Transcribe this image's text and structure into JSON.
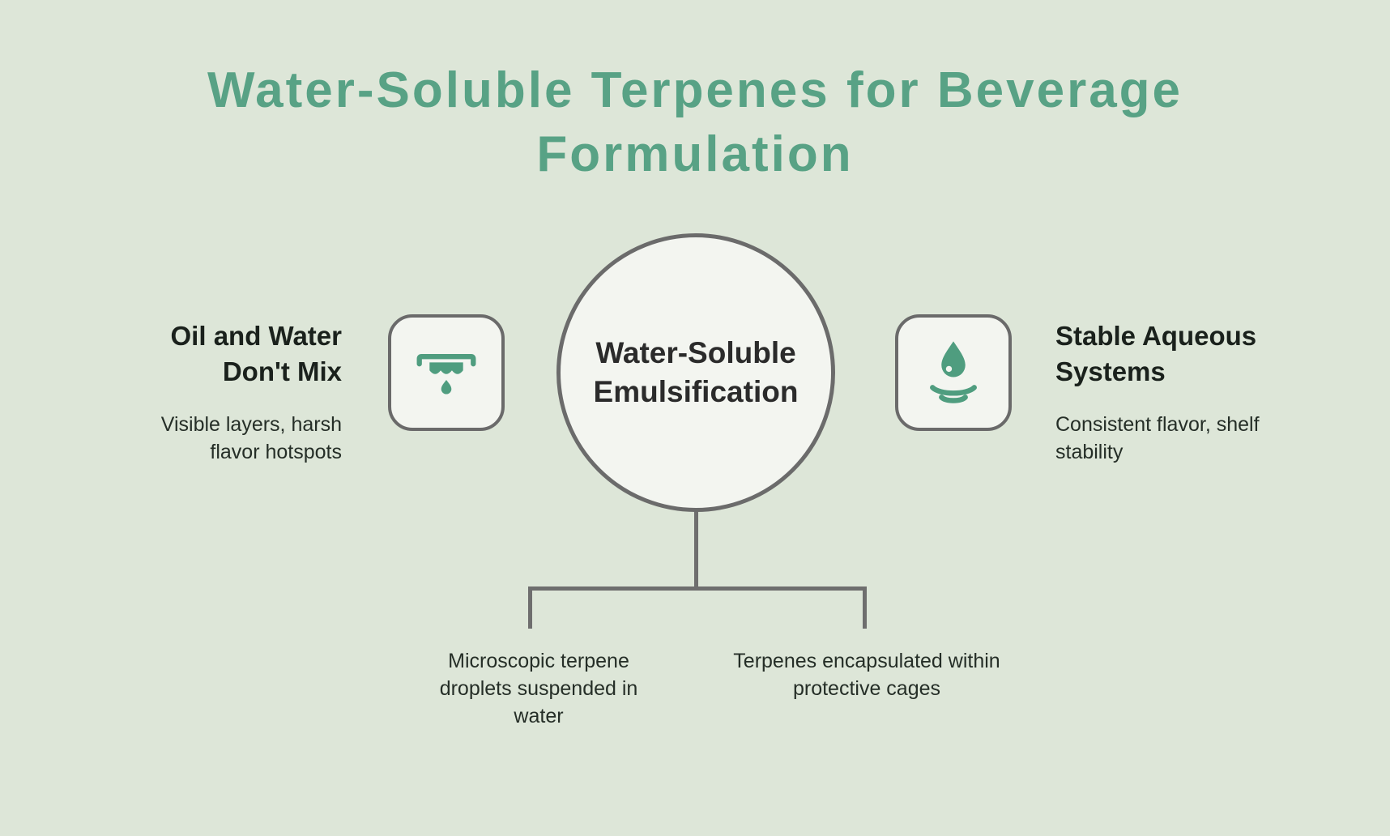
{
  "title": "Water-Soluble Terpenes for Beverage Formulation",
  "colors": {
    "background": "#dde6d8",
    "accent_green": "#58a285",
    "icon_green": "#4f9d7f",
    "node_fill": "#f3f5f0",
    "line_gray": "#6e6e6e",
    "text_dark": "#1a211c"
  },
  "center": {
    "label": "Water-Soluble Emulsification"
  },
  "left": {
    "heading": "Oil and Water Don't Mix",
    "description": "Visible layers, harsh flavor hotspots",
    "icon": "sieve-drip-icon"
  },
  "right": {
    "heading": "Stable Aqueous Systems",
    "description": "Consistent flavor, shelf stability",
    "icon": "droplet-ripples-icon"
  },
  "branches": [
    {
      "label": "Microscopic terpene droplets suspended in water"
    },
    {
      "label": "Terpenes encapsulated within protective cages"
    }
  ]
}
